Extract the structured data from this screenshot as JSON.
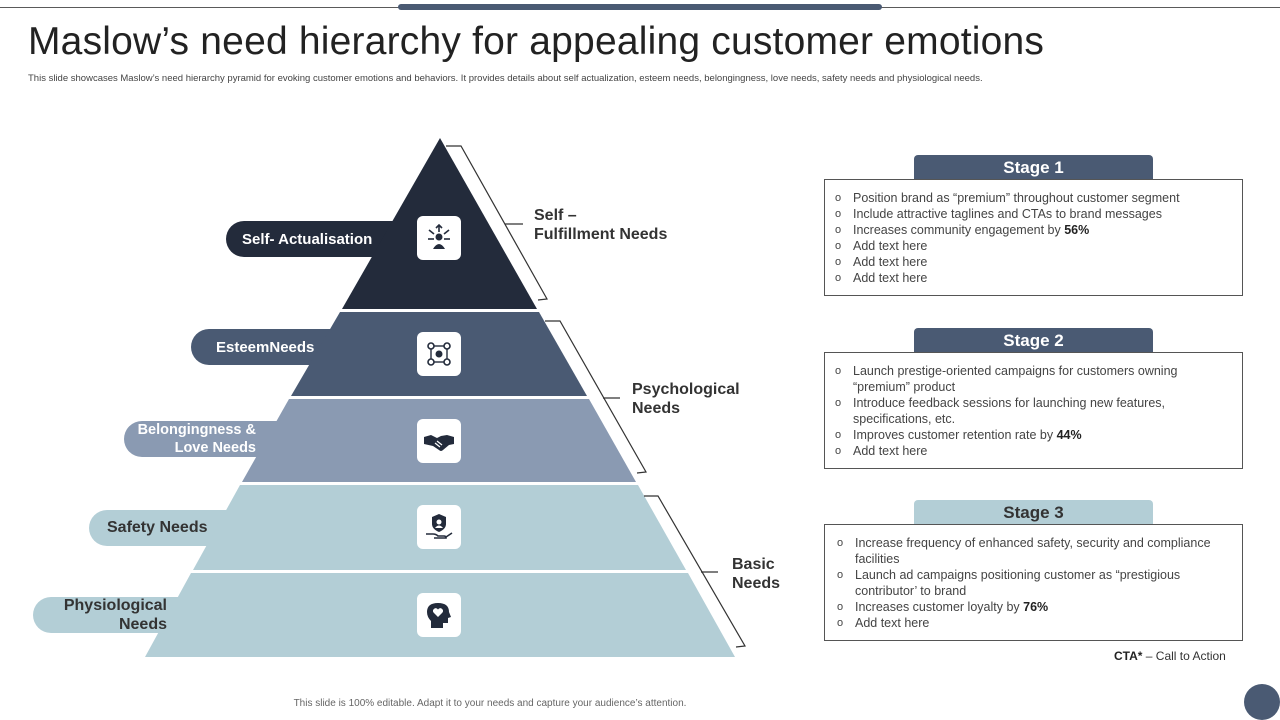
{
  "title": "Maslow’s need hierarchy for appealing customer emotions",
  "subtitle": "This slide showcases Maslow’s need hierarchy pyramid for evoking customer emotions and behaviors. It provides details about self actualization, esteem needs, belongingness, love needs, safety needs and physiological needs.",
  "colors": {
    "dark": "#232b3b",
    "medium": "#4a5a73",
    "light_medium": "#8a9ab2",
    "light": "#b3ced6",
    "bracket": "#333333"
  },
  "levels": [
    {
      "label": "Self- Actualisation",
      "icon": "person-arrows-icon"
    },
    {
      "label": "EsteemNeeds",
      "icon": "network-nodes-icon"
    },
    {
      "label": "Belongingness & Love Needs",
      "label_line1": "Belongingness &",
      "label_line2": "Love Needs",
      "icon": "handshake-icon"
    },
    {
      "label": "Safety Needs",
      "icon": "safety-hand-icon"
    },
    {
      "label": "Physiological Needs",
      "label_line1": "Physiological",
      "label_line2": "Needs",
      "icon": "head-heart-icon"
    }
  ],
  "groups": [
    {
      "line1": "Self –",
      "line2": "Fulfillment Needs"
    },
    {
      "line1": "Psychological",
      "line2": "Needs"
    },
    {
      "line1": "Basic",
      "line2": "Needs"
    }
  ],
  "stages": [
    {
      "title": "Stage 1",
      "items": [
        {
          "text": "Position brand as “premium” throughout customer segment"
        },
        {
          "text": "Include attractive taglines and CTAs to brand messages"
        },
        {
          "text": "Increases community engagement by ",
          "bold": "56%"
        },
        {
          "text": "Add text here"
        },
        {
          "text": "Add text here"
        },
        {
          "text": "Add text here"
        }
      ]
    },
    {
      "title": "Stage 2",
      "items": [
        {
          "text": "Launch prestige-oriented campaigns for customers owning “premium” product"
        },
        {
          "text": "Introduce feedback sessions for launching new features, specifications, etc."
        },
        {
          "text": "Improves customer retention rate by ",
          "bold": "44%"
        },
        {
          "text": "Add text here"
        }
      ]
    },
    {
      "title": "Stage 3",
      "items": [
        {
          "text": "Increase frequency of enhanced safety, security and compliance facilities"
        },
        {
          "text": "Launch ad campaigns positioning customer as “prestigious contributor’ to brand"
        },
        {
          "text": "Increases customer loyalty by ",
          "bold": "76%"
        },
        {
          "text": "Add text here"
        }
      ]
    }
  ],
  "bullet_glyph": "o",
  "cta_note": {
    "abbr": "CTA*",
    "text": " – Call to Action"
  },
  "footer": "This slide is 100% editable. Adapt it to your needs and capture your audience’s attention."
}
